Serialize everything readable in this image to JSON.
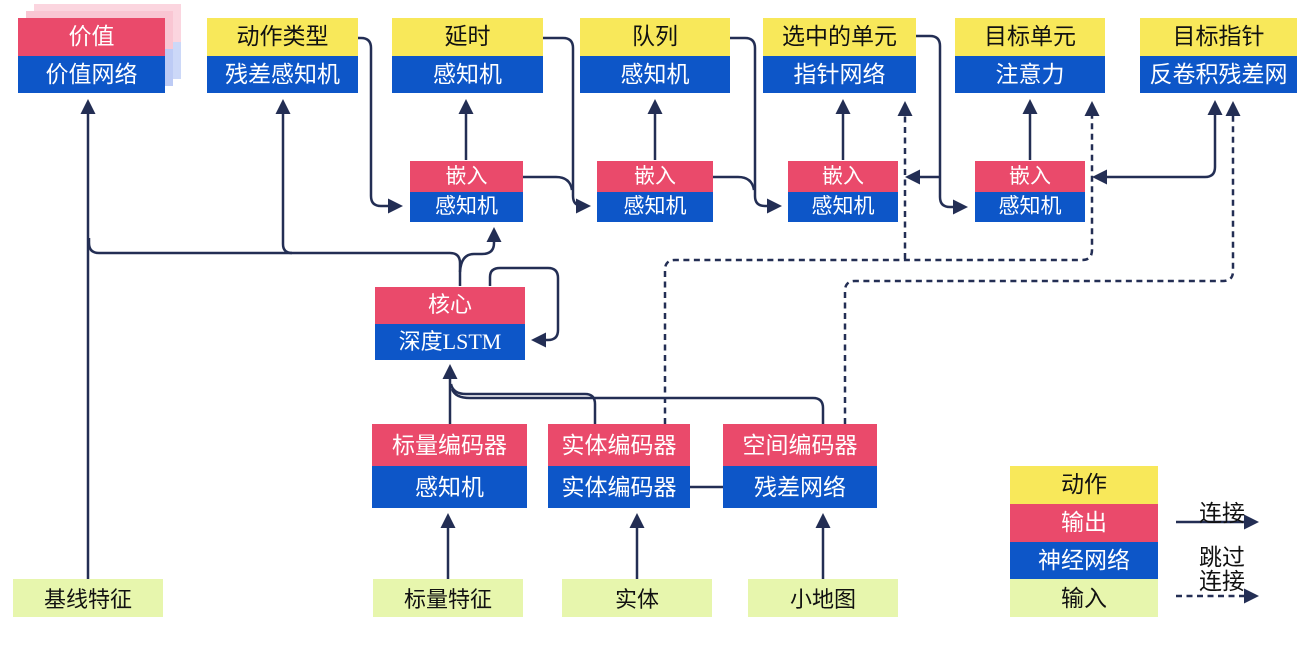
{
  "colors": {
    "action_yellow": "#f8e85a",
    "output_red": "#ea4a6b",
    "network_blue": "#0d56c8",
    "input_green": "#e7f6ad",
    "line_navy": "#232e54",
    "stack_pink": "#f9c6d3",
    "stack_light_pink": "#fbd5df",
    "stack_blue": "#bdcbf5"
  },
  "nodes": {
    "value": {
      "top": "价值",
      "bottom": "价值网络"
    },
    "action_type": {
      "top": "动作类型",
      "bottom": "残差感知机"
    },
    "delay": {
      "top": "延时",
      "bottom": "感知机"
    },
    "queue": {
      "top": "队列",
      "bottom": "感知机"
    },
    "selected_units": {
      "top": "选中的单元",
      "bottom": "指针网络"
    },
    "target_unit": {
      "top": "目标单元",
      "bottom": "注意力"
    },
    "target_point": {
      "top": "目标指针",
      "bottom": "反卷积残差网"
    },
    "embed_1": {
      "top": "嵌入",
      "bottom": "感知机"
    },
    "embed_2": {
      "top": "嵌入",
      "bottom": "感知机"
    },
    "embed_3": {
      "top": "嵌入",
      "bottom": "感知机"
    },
    "embed_4": {
      "top": "嵌入",
      "bottom": "感知机"
    },
    "core": {
      "top": "核心",
      "bottom": "深度LSTM"
    },
    "scalar_encoder": {
      "top": "标量编码器",
      "bottom": "感知机"
    },
    "entity_encoder": {
      "top": "实体编码器",
      "bottom": "实体编码器"
    },
    "spatial_encoder": {
      "top": "空间编码器",
      "bottom": "残差网络"
    },
    "baseline_features": {
      "label": "基线特征"
    },
    "scalar_features": {
      "label": "标量特征"
    },
    "entities": {
      "label": "实体"
    },
    "minimap": {
      "label": "小地图"
    }
  },
  "legend": {
    "action": "动作",
    "output": "输出",
    "network": "神经网络",
    "input": "输入",
    "solid_label": "连接",
    "dashed_label_line1": "跳过",
    "dashed_label_line2": "连接"
  }
}
